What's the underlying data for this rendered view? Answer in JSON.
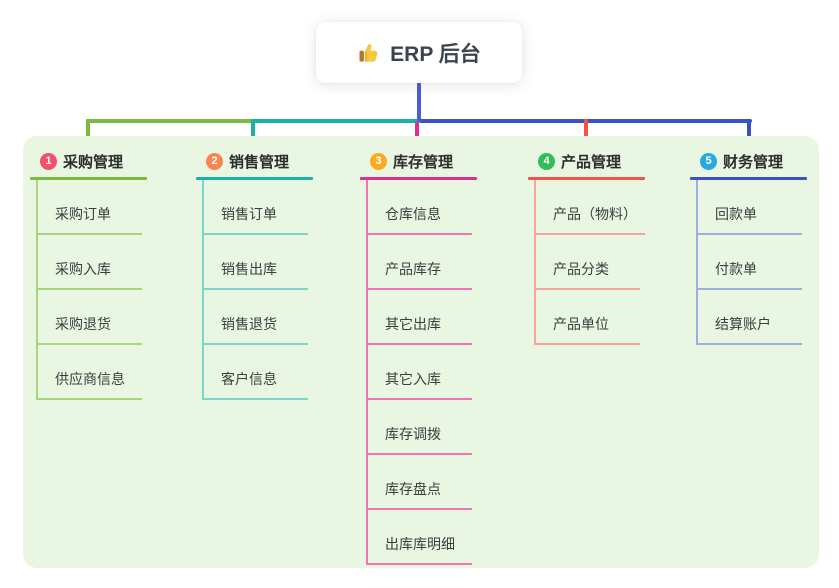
{
  "root": {
    "label": "ERP 后台",
    "icon": "thumbs-up"
  },
  "colors": {
    "stem": "#4d5cd6",
    "panel_bg": "#e9f6e2",
    "canvas_bg": "#ffffff"
  },
  "branches": [
    {
      "index": "1",
      "title": "采购管理",
      "color": "#7cb93f",
      "light_color": "#a9d57f",
      "badge_color": "#f4506c",
      "items": [
        "采购订单",
        "采购入库",
        "采购退货",
        "供应商信息"
      ]
    },
    {
      "index": "2",
      "title": "销售管理",
      "color": "#17b3a6",
      "light_color": "#7ed3ca",
      "badge_color": "#f8854f",
      "items": [
        "销售订单",
        "销售出库",
        "销售退货",
        "客户信息"
      ]
    },
    {
      "index": "3",
      "title": "库存管理",
      "color": "#dd2f8e",
      "light_color": "#ef74b2",
      "badge_color": "#fbab1f",
      "items": [
        "仓库信息",
        "产品库存",
        "其它出库",
        "其它入库",
        "库存调拨",
        "库存盘点",
        "出库库明细"
      ]
    },
    {
      "index": "4",
      "title": "产品管理",
      "color": "#f2544b",
      "light_color": "#f7a49e",
      "badge_color": "#2fbd57",
      "items": [
        "产品（物料）",
        "产品分类",
        "产品单位"
      ]
    },
    {
      "index": "5",
      "title": "财务管理",
      "color": "#3b52c4",
      "light_color": "#9dafe0",
      "badge_color": "#28a8e0",
      "items": [
        "回款单",
        "付款单",
        "结算账户"
      ]
    }
  ]
}
